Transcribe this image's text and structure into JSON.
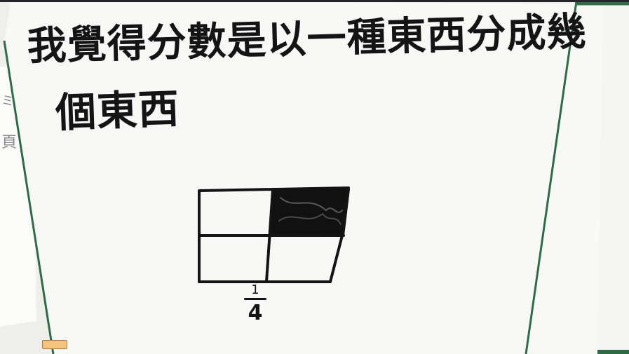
{
  "scene": {
    "handwriting_line1": "我覺得分數是以一種東西分成幾",
    "handwriting_line2": "個東西",
    "fraction": {
      "numerator": "1",
      "denominator": "4"
    },
    "shaded_fraction_of_grid": 0.25,
    "colors": {
      "board": "#f4f4f1",
      "frame_green": "#2f6b45",
      "ink": "#141414"
    }
  }
}
